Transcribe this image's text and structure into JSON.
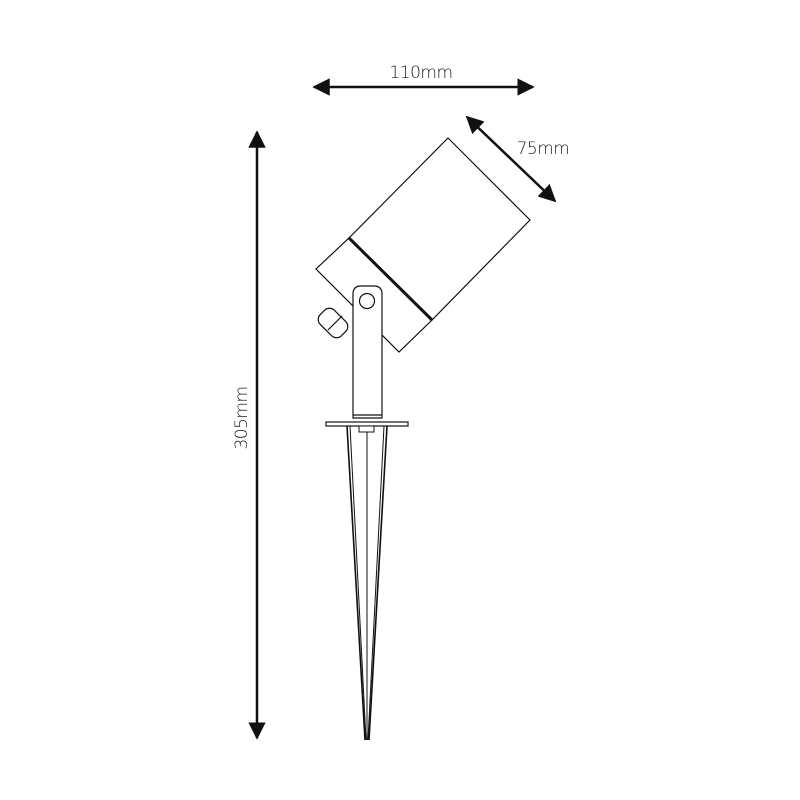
{
  "dimensions": {
    "width_label": "110mm",
    "height_label": "305mm",
    "diameter_label": "75mm"
  },
  "colors": {
    "line": "#111111",
    "background": "#ffffff"
  }
}
